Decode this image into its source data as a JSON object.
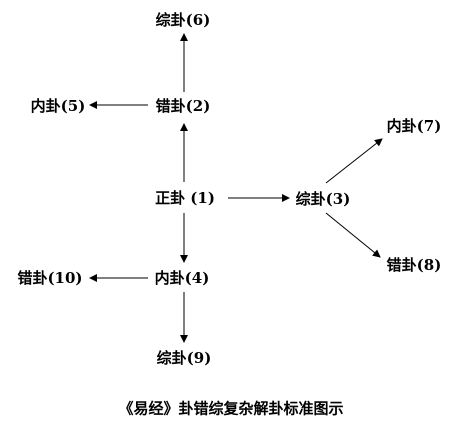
{
  "nodes": {
    "zheng": "正卦 (1)",
    "cuo2": "错卦(2)",
    "zong3": "综卦(3)",
    "nei4": "内卦(4)",
    "nei5": "内卦(5)",
    "zong6": "综卦(6)",
    "nei7": "内卦(7)",
    "cuo8": "错卦(8)",
    "zong9": "综卦(9)",
    "cuo10": "错卦(10)"
  },
  "caption": "《易经》卦错综复杂解卦标准图示",
  "colors": {
    "text": "#000000",
    "arrow": "#000000",
    "background": "#ffffff"
  }
}
